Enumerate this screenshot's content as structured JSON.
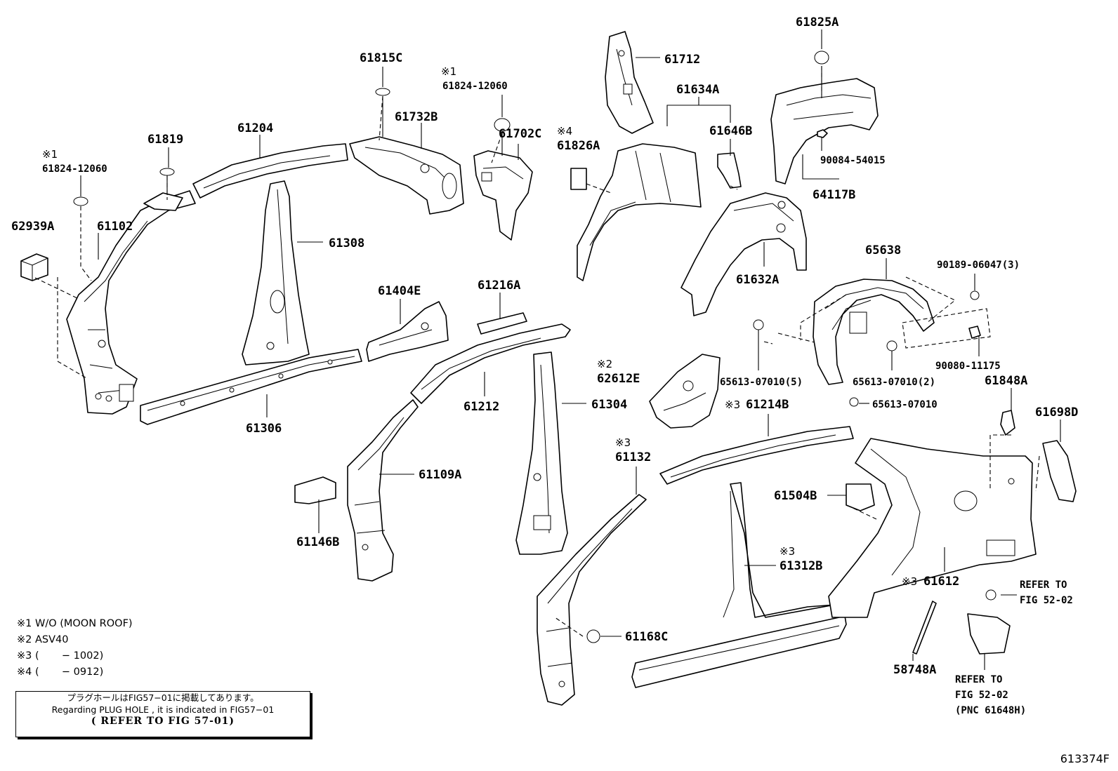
{
  "part_labels": {
    "p61825A": "61825A",
    "p61815C": "61815C",
    "p61824_a": "61824-12060",
    "p61824_b": "61824-12060",
    "p61712": "61712",
    "p61634A": "61634A",
    "p61732B": "61732B",
    "p61702C": "61702C",
    "p61204": "61204",
    "p61819": "61819",
    "p61826A": "61826A",
    "p61646B": "61646B",
    "p90084": "90084-54015",
    "p64117B": "64117B",
    "p62939A": "62939A",
    "p61102": "61102",
    "p61308": "61308",
    "p61632A": "61632A",
    "p65638": "65638",
    "p90189": "90189-06047(3)",
    "p61404E": "61404E",
    "p61216A": "61216A",
    "p62612E": "62612E",
    "p65613_5": "65613-07010(5)",
    "p65613_2": "65613-07010(2)",
    "p90080": "90080-11175",
    "p61848A": "61848A",
    "p65613": "65613-07010",
    "p61306": "61306",
    "p61212": "61212",
    "p61304": "61304",
    "p61214B": "61214B",
    "p61698D": "61698D",
    "p61132": "61132",
    "p61109A": "61109A",
    "p61504B": "61504B",
    "p61146B": "61146B",
    "p61312B": "61312B",
    "p61612": "61612",
    "p61168C": "61168C",
    "p58748A": "58748A"
  },
  "marks": {
    "m1": "※1",
    "m1b": "※1",
    "m4": "※4",
    "m2": "※2",
    "m3a": "※3",
    "m3b": "※3",
    "m3c": "※3",
    "m3d": "※3"
  },
  "refer_notes": {
    "r1_line1": "REFER TO",
    "r1_line2": "FIG 52-02",
    "r2_line1": "REFER TO",
    "r2_line2": "FIG 52-02",
    "r2_line3": "(PNC 61648H)"
  },
  "legend": {
    "n1": "※1 W/O (MOON ROOF)",
    "n2": "※2 ASV40",
    "n3": "※3 (       − 1002)",
    "n4": "※4 (       − 0912)"
  },
  "plug_note": {
    "line1": "プラグホールはFIG57−01に掲載してあります。",
    "line2": "Regarding PLUG HOLE , it is indicated in FIG57−01",
    "line3": "( REFER TO FIG 57-01)"
  },
  "figure_id": "613374F"
}
